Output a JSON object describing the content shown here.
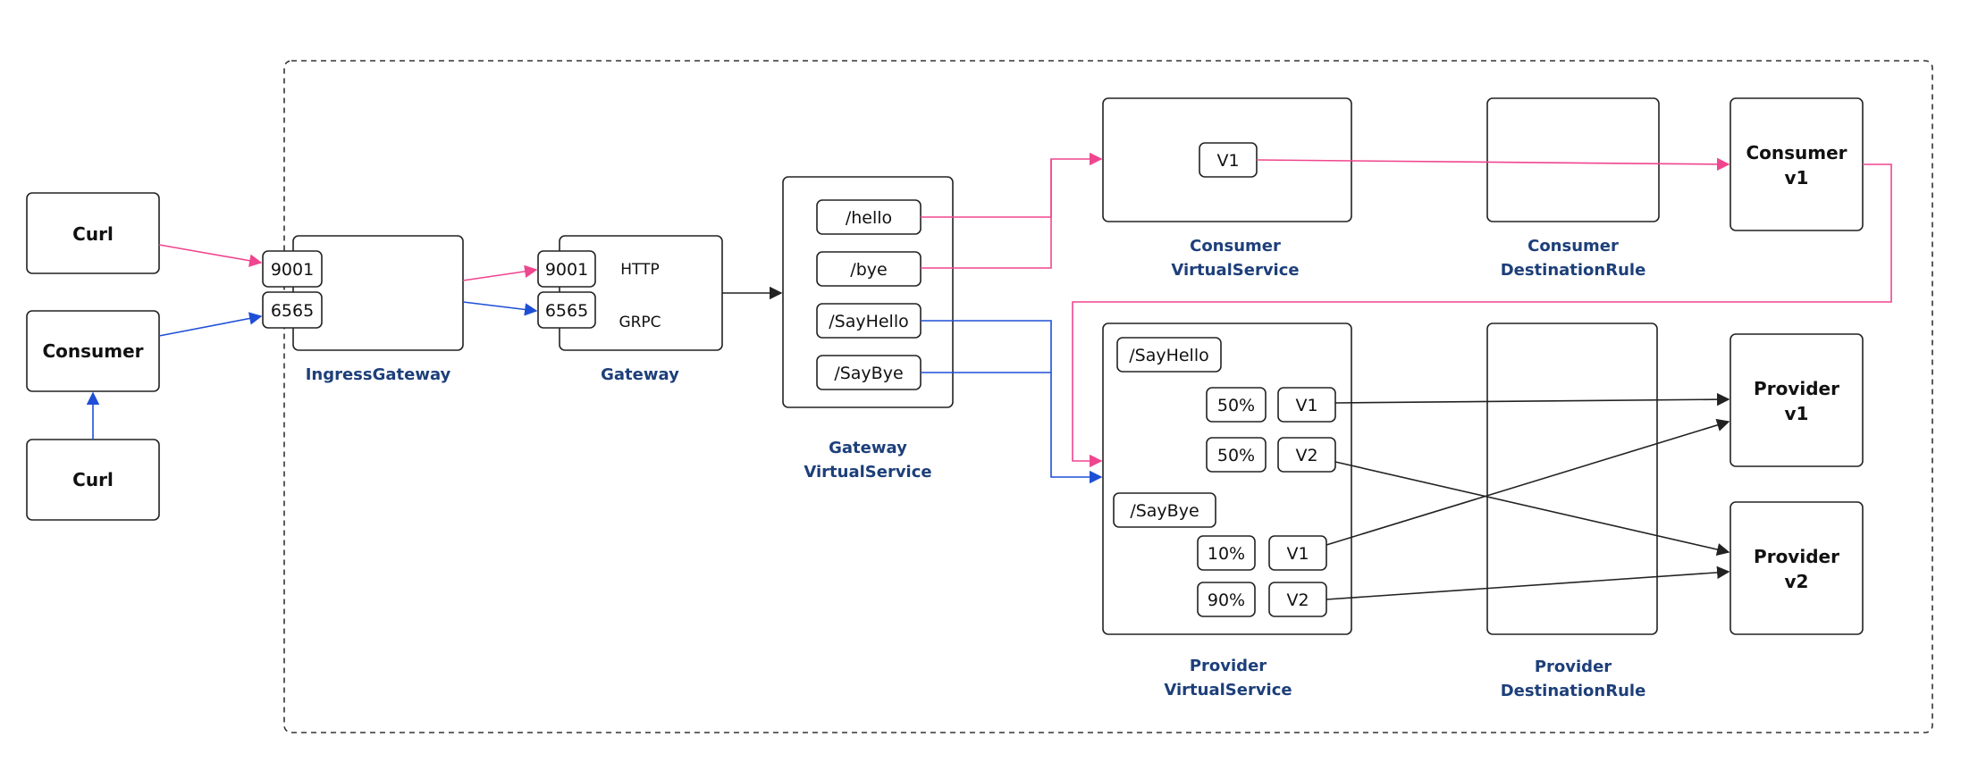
{
  "nodes": {
    "curl_top": "Curl",
    "consumer_client": "Consumer",
    "curl_bottom": "Curl",
    "consumer_v1": [
      "Consumer",
      "v1"
    ],
    "provider_v1": [
      "Provider",
      "v1"
    ],
    "provider_v2": [
      "Provider",
      "v2"
    ]
  },
  "ingress_gateway": {
    "label": "IngressGateway",
    "ports": [
      "9001",
      "6565"
    ]
  },
  "gateway": {
    "label": "Gateway",
    "ports": [
      "9001",
      "6565"
    ],
    "protocols": [
      "HTTP",
      "GRPC"
    ]
  },
  "gateway_virtual_service": {
    "label": [
      "Gateway",
      "VirtualService"
    ],
    "routes": [
      "/hello",
      "/bye",
      "/SayHello",
      "/SayBye"
    ]
  },
  "consumer_virtual_service": {
    "label": [
      "Consumer",
      "VirtualService"
    ],
    "version": "V1"
  },
  "consumer_destination_rule": {
    "label": [
      "Consumer",
      "DestinationRule"
    ]
  },
  "provider_virtual_service": {
    "label": [
      "Provider",
      "VirtualService"
    ],
    "routes": [
      {
        "path": "/SayHello",
        "splits": [
          {
            "weight": "50%",
            "version": "V1"
          },
          {
            "weight": "50%",
            "version": "V2"
          }
        ]
      },
      {
        "path": "/SayBye",
        "splits": [
          {
            "weight": "10%",
            "version": "V1"
          },
          {
            "weight": "90%",
            "version": "V2"
          }
        ]
      }
    ]
  },
  "provider_destination_rule": {
    "label": [
      "Provider",
      "DestinationRule"
    ]
  },
  "colors": {
    "http_flow": "#f0458f",
    "grpc_flow": "#1f4fd6",
    "default_flow": "#222222",
    "caption": "#1d3f7a"
  }
}
